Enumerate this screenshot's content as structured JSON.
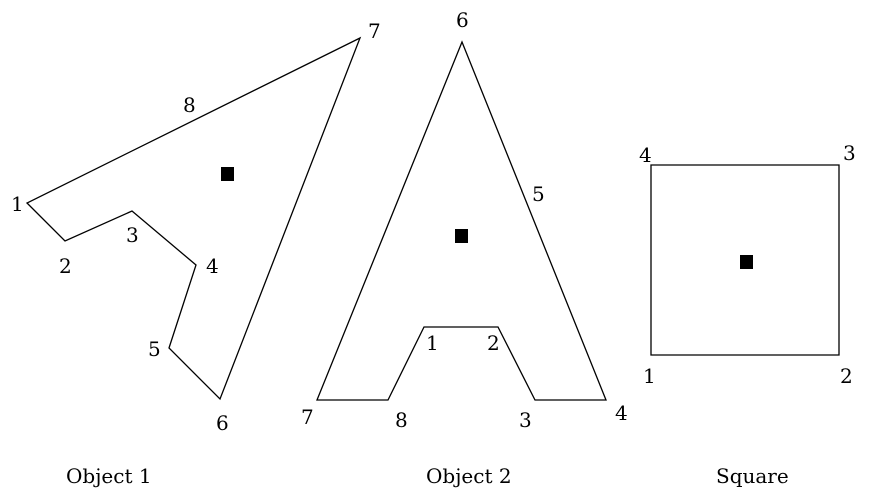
{
  "objects": [
    {
      "id": "object-1",
      "caption": "Object 1",
      "vertex_labels": [
        "1",
        "2",
        "3",
        "4",
        "5",
        "6",
        "7",
        "8"
      ]
    },
    {
      "id": "object-2",
      "caption": "Object 2",
      "vertex_labels": [
        "1",
        "2",
        "3",
        "4",
        "5",
        "6",
        "7",
        "8"
      ]
    },
    {
      "id": "square",
      "caption": "Square",
      "vertex_labels": [
        "1",
        "2",
        "3",
        "4"
      ]
    }
  ],
  "colors": {
    "stroke": "#000000",
    "center_marker": "#000000",
    "background": "#ffffff"
  }
}
